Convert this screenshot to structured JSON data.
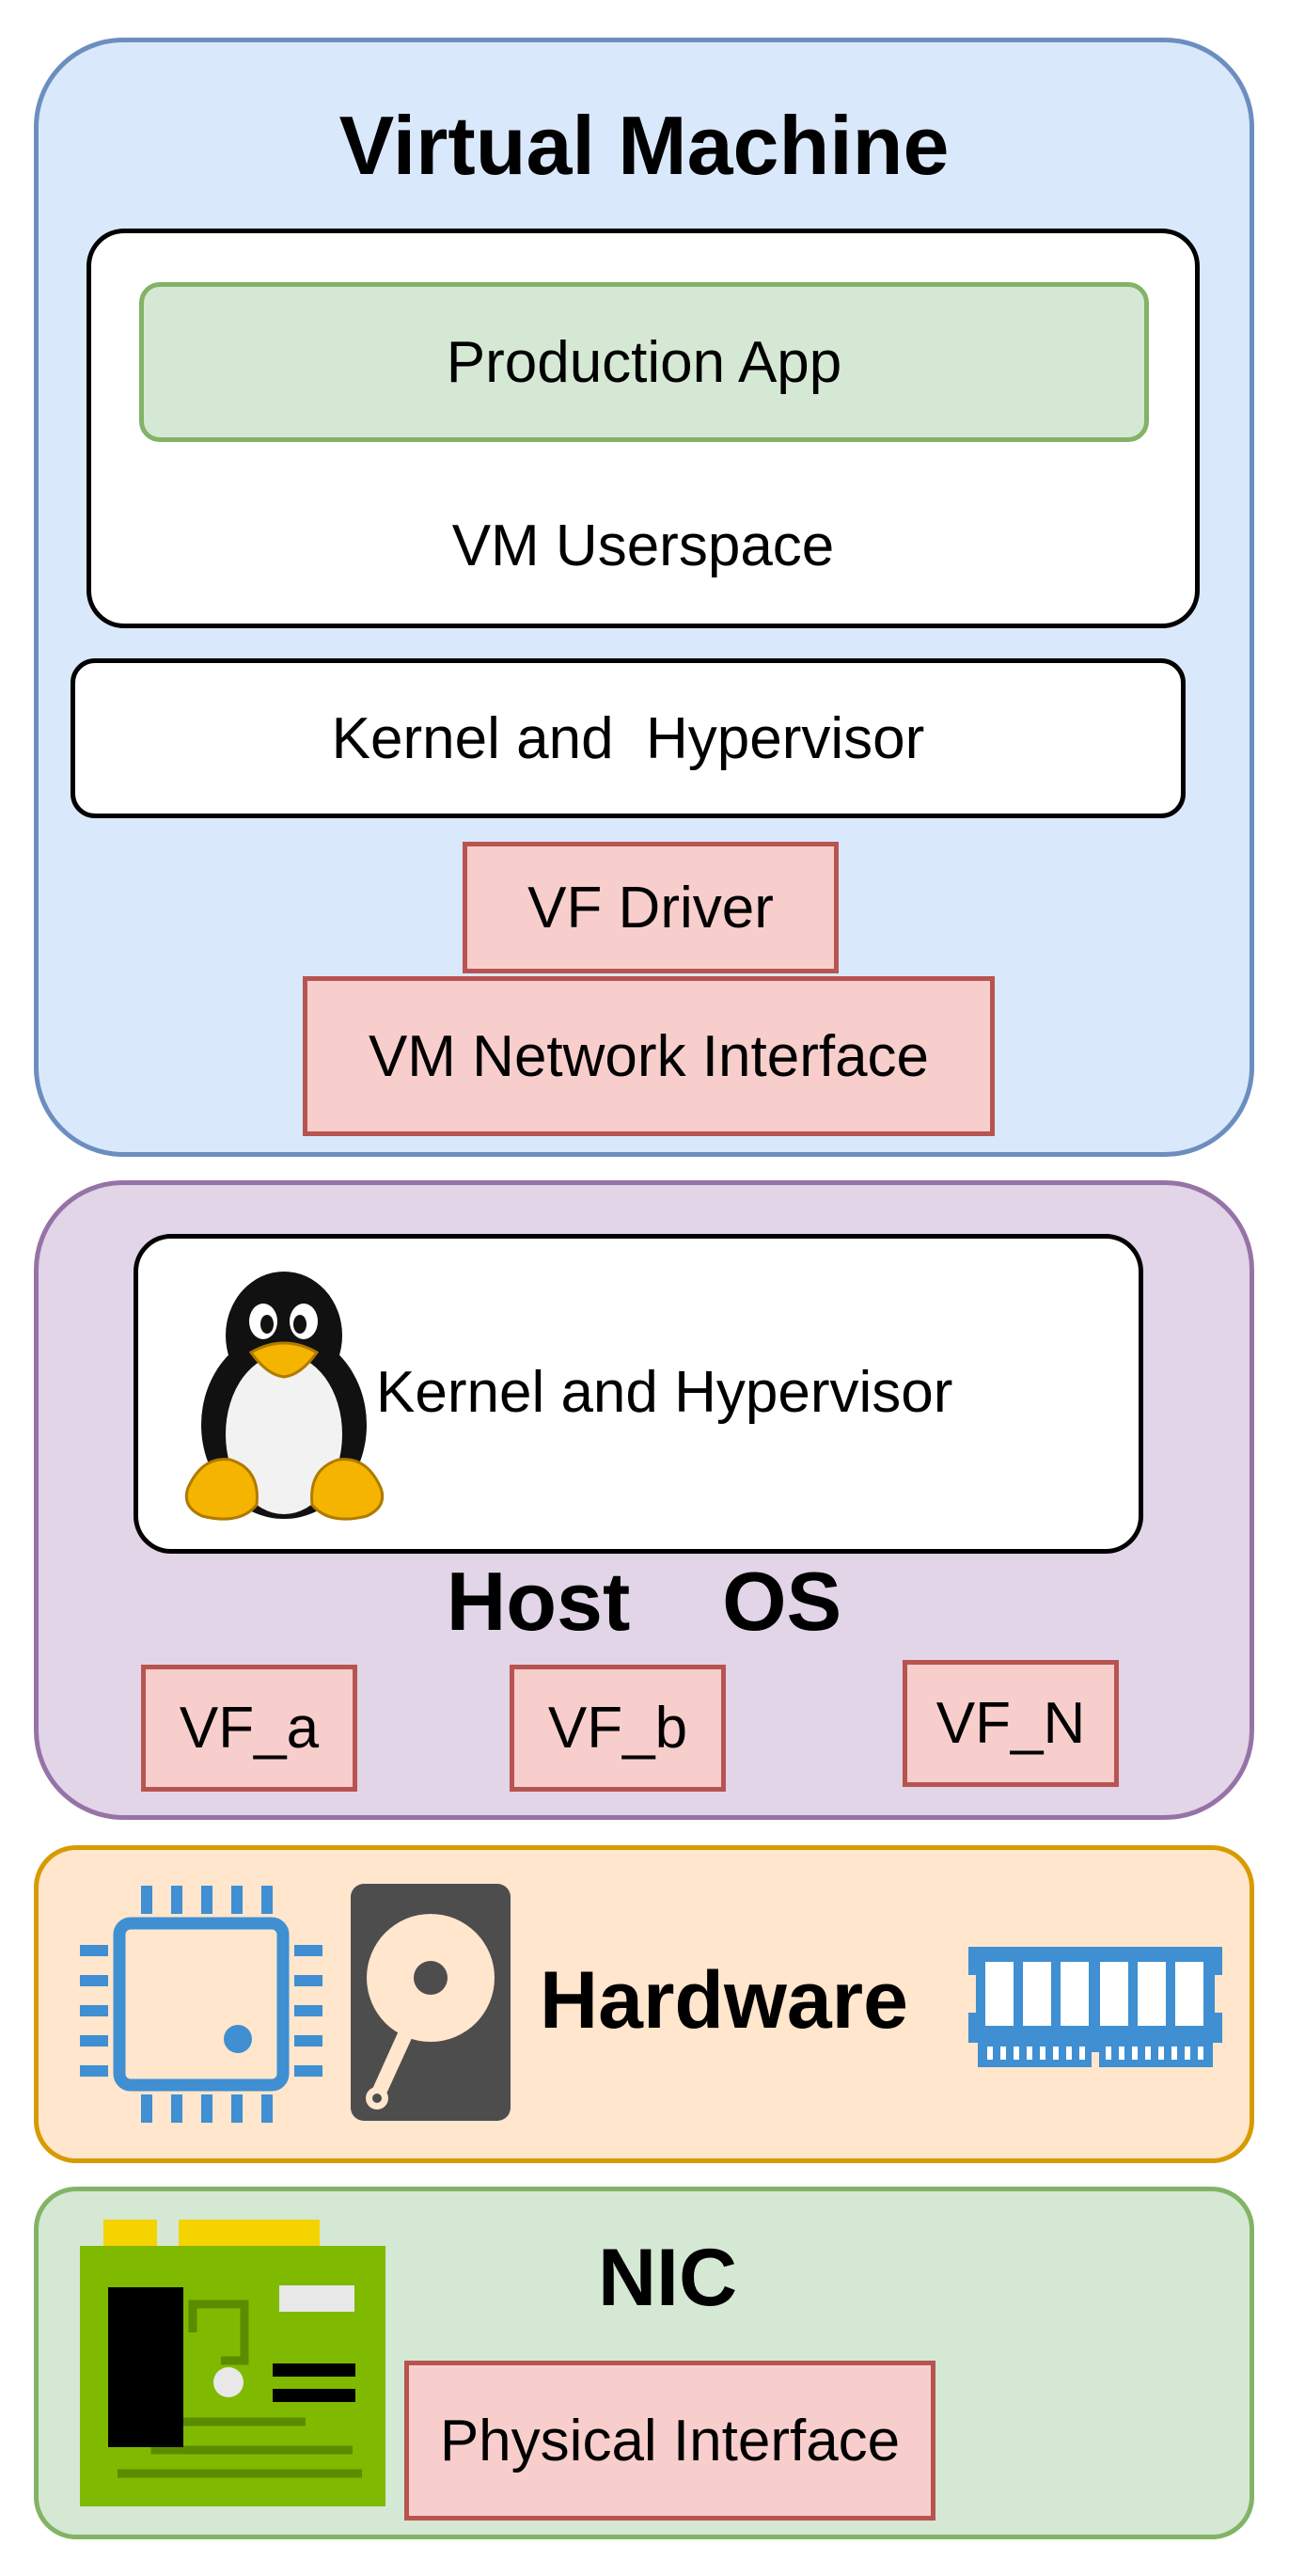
{
  "virtual_machine": {
    "title": "Virtual Machine",
    "production_app": "Production App",
    "userspace": "VM Userspace",
    "kernel": "Kernel and  Hypervisor",
    "vf_driver": "VF Driver",
    "network_interface": "VM Network Interface"
  },
  "host_os": {
    "title": "Host    OS",
    "kernel": "Kernel and Hypervisor",
    "vfs": [
      "VF_a",
      "VF_b",
      "VF_N"
    ]
  },
  "hardware": {
    "title": "Hardware",
    "icons": [
      "cpu-icon",
      "hard-disk-icon",
      "ram-icon"
    ]
  },
  "nic": {
    "title": "NIC",
    "physical_interface": "Physical Interface",
    "icons": [
      "network-card-icon"
    ]
  },
  "colors": {
    "vm_fill": "#dae8fc",
    "vm_border": "#6c8ebf",
    "host_fill": "#e1d5e7",
    "host_border": "#9673a6",
    "hw_fill": "#ffe6cc",
    "hw_border": "#d79b00",
    "nic_fill": "#d5e8d4",
    "nic_border": "#82b366",
    "app_fill": "#d5e8d4",
    "app_border": "#82b366",
    "vf_fill": "#f8cecc",
    "vf_border": "#b85450"
  }
}
